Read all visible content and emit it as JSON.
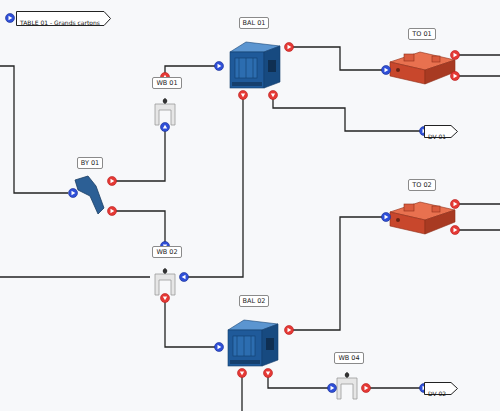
{
  "diagram": {
    "nodes": [
      {
        "text": [
          "TABLE 01 - Grands cartons"
        ]
      },
      {
        "text": [
          "BAL 01"
        ]
      },
      {
        "text": [
          "TO 01"
        ]
      },
      {
        "text": [
          "WB 01"
        ]
      },
      {
        "text": [
          "DV 01"
        ]
      },
      {
        "text": [
          "BY 01"
        ]
      },
      {
        "text": [
          "TO 02"
        ]
      },
      {
        "text": [
          "WB 02"
        ]
      },
      {
        "text": [
          "BAL 02"
        ]
      },
      {
        "text": [
          "WB 04"
        ]
      },
      {
        "text": [
          "DV 02"
        ]
      }
    ],
    "edges": [
      {
        "from": 5,
        "to": 3,
        "arrow": "to"
      },
      {
        "from": 3,
        "to": 1,
        "arrow": "to"
      },
      {
        "from": 1,
        "to": 2,
        "arrow": "to"
      },
      {
        "from": 1,
        "to": 4,
        "arrow": "to"
      },
      {
        "from": 1,
        "to": 7,
        "arrow": "to"
      },
      {
        "from": 5,
        "to": 7,
        "arrow": "to"
      },
      {
        "from": 7,
        "to": 8,
        "arrow": "to"
      },
      {
        "from": 8,
        "to": 6,
        "arrow": "to"
      },
      {
        "from": 8,
        "to": 9,
        "arrow": "to"
      },
      {
        "from": 9,
        "to": 10,
        "arrow": "to"
      }
    ]
  }
}
